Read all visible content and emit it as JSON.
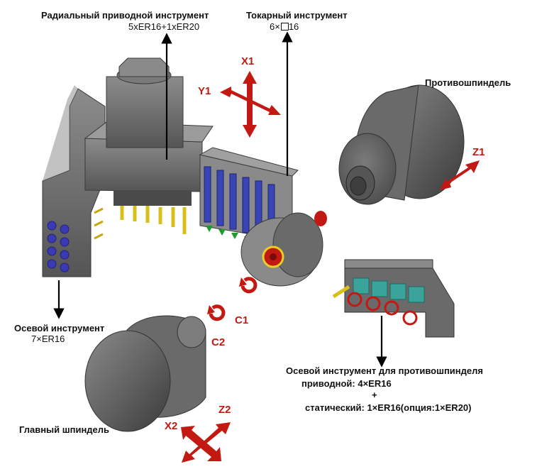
{
  "labels": {
    "radial_title": "Радиальный приводной инструмент",
    "radial_spec": "5xER16+1xER20",
    "turning_title": "Токарный инструмент",
    "turning_spec_prefix": "6×",
    "turning_spec_suffix": "16",
    "counter_spindle": "Противошпиндель",
    "axial_title": "Осевой инструмент",
    "axial_spec": "7×ER16",
    "main_spindle": "Главный шпиндель",
    "counter_axial_title": "Осевой инструмент для противошпинделя",
    "driven": "приводной:  4×ER16",
    "plus": "+",
    "static": "статический: 1×ER16(опция:1×ER20)"
  },
  "axes": {
    "x1": "X1",
    "y1": "Y1",
    "z1": "Z1",
    "c1": "C1",
    "c2": "C2",
    "z2": "Z2",
    "x2": "X2"
  },
  "colors": {
    "accent_red": "#c21a12",
    "machine_gray": "#6e6e6e",
    "holder_blue": "#3a45b5",
    "holder_teal": "#3aa39a",
    "tool_gold": "#d8c018",
    "insert_green": "#1f9a2c"
  }
}
